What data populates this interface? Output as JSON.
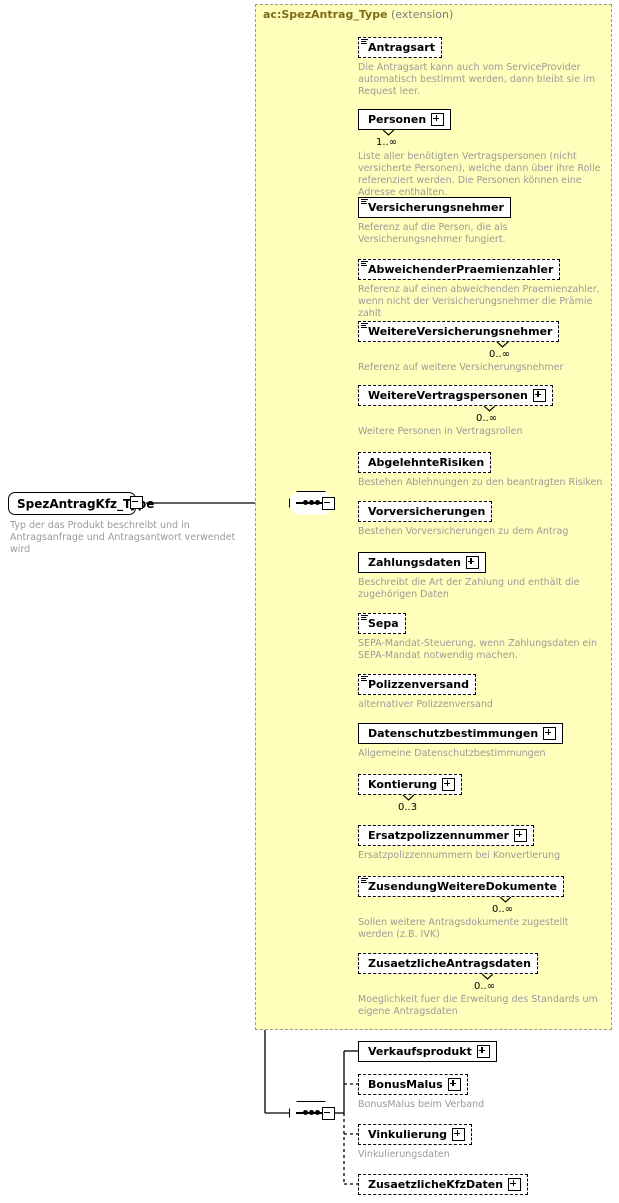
{
  "diagram": {
    "kind": "xsd-schema-tree",
    "root": {
      "name": "SpezAntragKfz_Type",
      "annotation": "Typ der das Produkt beschreibt und in Antragsanfrage und Antragsantwort verwendet wird",
      "collapse_icon": "minus-icon"
    },
    "extension_panel": {
      "type_name": "ac:SpezAntrag_Type",
      "kind_label": "(extension)",
      "background": "#ffffbb",
      "border_color": "#9a9a86"
    },
    "compositors": [
      {
        "id": "seq-extension",
        "icon": "sequence-icon",
        "collapse_icon": "minus-icon"
      },
      {
        "id": "seq-local",
        "icon": "sequence-icon",
        "collapse_icon": "minus-icon"
      }
    ],
    "groups": [
      {
        "id": "extension-group",
        "elements": [
          {
            "name": "Antragsart",
            "optional": true,
            "has_attributes": true,
            "expandable": false,
            "cardinality": "",
            "annotation": "Die Antragsart kann auch vom ServiceProvider automatisch bestimmt werden, dann bleibt sie im Request leer."
          },
          {
            "name": "Personen",
            "optional": false,
            "has_attributes": false,
            "expandable": true,
            "cardinality": "1..∞",
            "annotation": "Liste aller benötigten Vertragspersonen (nicht versicherte Personen), welche dann über ihre Rolle referenziert werden. Die Personen können eine Adresse enthalten."
          },
          {
            "name": "Versicherungsnehmer",
            "optional": false,
            "has_attributes": true,
            "expandable": false,
            "cardinality": "",
            "annotation": "Referenz auf die Person, die als Versicherungsnehmer fungiert."
          },
          {
            "name": "AbweichenderPraemienzahler",
            "optional": true,
            "has_attributes": true,
            "expandable": false,
            "cardinality": "",
            "annotation": "Referenz auf einen abweichenden Praemienzahler, wenn nicht der Verisicherungsnehmer die Prämie zahlt"
          },
          {
            "name": "WeitereVersicherungsnehmer",
            "optional": true,
            "has_attributes": true,
            "expandable": false,
            "cardinality": "0..∞",
            "annotation": "Referenz auf weitere Versicherungsnehmer"
          },
          {
            "name": "WeitereVertragspersonen",
            "optional": true,
            "has_attributes": false,
            "expandable": true,
            "cardinality": "0..∞",
            "annotation": "Weitere Personen in Vertragsrollen"
          },
          {
            "name": "AbgelehnteRisiken",
            "optional": true,
            "has_attributes": false,
            "expandable": false,
            "cardinality": "",
            "annotation": "Bestehen Ablehnungen zu den beantragten Risiken"
          },
          {
            "name": "Vorversicherungen",
            "optional": true,
            "has_attributes": false,
            "expandable": false,
            "cardinality": "",
            "annotation": "Bestehen Vorversicherungen zu dem Antrag"
          },
          {
            "name": "Zahlungsdaten",
            "optional": false,
            "has_attributes": false,
            "expandable": true,
            "cardinality": "",
            "annotation": "Beschreibt die Art der Zahlung und enthält die zugehörigen Daten"
          },
          {
            "name": "Sepa",
            "optional": true,
            "has_attributes": true,
            "expandable": false,
            "cardinality": "",
            "annotation": "SEPA-Mandat-Steuerung, wenn Zahlungsdaten ein SEPA-Mandat notwendig machen."
          },
          {
            "name": "Polizzenversand",
            "optional": true,
            "has_attributes": true,
            "expandable": false,
            "cardinality": "",
            "annotation": "alternativer Polizzenversand"
          },
          {
            "name": "Datenschutzbestimmungen",
            "optional": false,
            "has_attributes": false,
            "expandable": true,
            "cardinality": "",
            "annotation": "Allgemeine Datenschutzbestimmungen"
          },
          {
            "name": "Kontierung",
            "optional": true,
            "has_attributes": false,
            "expandable": true,
            "cardinality": "0..3",
            "annotation": ""
          },
          {
            "name": "Ersatzpolizzennummer",
            "optional": true,
            "has_attributes": false,
            "expandable": true,
            "cardinality": "",
            "annotation": "Ersatzpolizzennummern bei Konvertierung"
          },
          {
            "name": "ZusendungWeitereDokumente",
            "optional": true,
            "has_attributes": true,
            "expandable": false,
            "cardinality": "0..∞",
            "annotation": "Sollen weitere Antragsdokumente zugestellt werden (z.B. IVK)"
          },
          {
            "name": "ZusaetzlicheAntragsdaten",
            "optional": true,
            "has_attributes": false,
            "expandable": false,
            "cardinality": "0..∞",
            "annotation": "Moeglichkeit fuer die Erweitung des Standards um eigene Antragsdaten"
          }
        ]
      },
      {
        "id": "local-group",
        "elements": [
          {
            "name": "Verkaufsprodukt",
            "optional": false,
            "has_attributes": false,
            "expandable": true,
            "cardinality": "",
            "annotation": ""
          },
          {
            "name": "BonusMalus",
            "optional": true,
            "has_attributes": false,
            "expandable": true,
            "cardinality": "",
            "annotation": "BonusMalus beim Verband"
          },
          {
            "name": "Vinkulierung",
            "optional": true,
            "has_attributes": false,
            "expandable": true,
            "cardinality": "",
            "annotation": "Vinkulierungsdaten"
          },
          {
            "name": "ZusaetzlicheKfzDaten",
            "optional": true,
            "has_attributes": false,
            "expandable": true,
            "cardinality": "",
            "annotation": ""
          }
        ]
      }
    ]
  }
}
